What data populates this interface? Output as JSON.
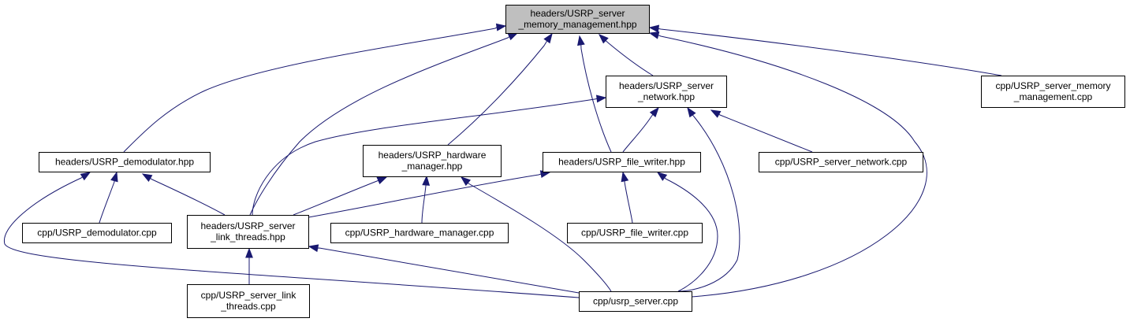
{
  "colors": {
    "edge": "#191970",
    "root_fill": "#bfbfbf",
    "node_fill": "#ffffff",
    "border": "#000000"
  },
  "nodes": [
    {
      "id": "memory_hpp",
      "root": true,
      "lines": [
        "headers/USRP_server",
        "_memory_management.hpp"
      ]
    },
    {
      "id": "network_hpp",
      "lines": [
        "headers/USRP_server",
        "_network.hpp"
      ]
    },
    {
      "id": "memory_cpp",
      "lines": [
        "cpp/USRP_server_memory",
        "_management.cpp"
      ]
    },
    {
      "id": "demodulator_hpp",
      "lines": [
        "headers/USRP_demodulator.hpp"
      ]
    },
    {
      "id": "hardware_hpp",
      "lines": [
        "headers/USRP_hardware",
        "_manager.hpp"
      ]
    },
    {
      "id": "file_writer_hpp",
      "lines": [
        "headers/USRP_file_writer.hpp"
      ]
    },
    {
      "id": "network_cpp",
      "lines": [
        "cpp/USRP_server_network.cpp"
      ]
    },
    {
      "id": "demodulator_cpp",
      "lines": [
        "cpp/USRP_demodulator.cpp"
      ]
    },
    {
      "id": "link_threads_hpp",
      "lines": [
        "headers/USRP_server",
        "_link_threads.hpp"
      ]
    },
    {
      "id": "hardware_cpp",
      "lines": [
        "cpp/USRP_hardware_manager.cpp"
      ]
    },
    {
      "id": "file_writer_cpp",
      "lines": [
        "cpp/USRP_file_writer.cpp"
      ]
    },
    {
      "id": "link_threads_cpp",
      "lines": [
        "cpp/USRP_server_link",
        "_threads.cpp"
      ]
    },
    {
      "id": "usrp_server_cpp",
      "lines": [
        "cpp/usrp_server.cpp"
      ]
    }
  ],
  "edges": [
    {
      "from": "demodulator_hpp",
      "to": "memory_hpp"
    },
    {
      "from": "link_threads_hpp",
      "to": "memory_hpp"
    },
    {
      "from": "hardware_hpp",
      "to": "memory_hpp"
    },
    {
      "from": "file_writer_hpp",
      "to": "memory_hpp"
    },
    {
      "from": "network_hpp",
      "to": "memory_hpp"
    },
    {
      "from": "usrp_server_cpp",
      "to": "memory_hpp"
    },
    {
      "from": "memory_cpp",
      "to": "memory_hpp"
    },
    {
      "from": "link_threads_hpp",
      "to": "network_hpp"
    },
    {
      "from": "file_writer_hpp",
      "to": "network_hpp"
    },
    {
      "from": "network_cpp",
      "to": "network_hpp"
    },
    {
      "from": "usrp_server_cpp",
      "to": "network_hpp"
    },
    {
      "from": "demodulator_cpp",
      "to": "demodulator_hpp"
    },
    {
      "from": "link_threads_hpp",
      "to": "demodulator_hpp"
    },
    {
      "from": "usrp_server_cpp",
      "to": "demodulator_hpp"
    },
    {
      "from": "link_threads_hpp",
      "to": "hardware_hpp"
    },
    {
      "from": "hardware_cpp",
      "to": "hardware_hpp"
    },
    {
      "from": "usrp_server_cpp",
      "to": "hardware_hpp"
    },
    {
      "from": "link_threads_hpp",
      "to": "file_writer_hpp"
    },
    {
      "from": "file_writer_cpp",
      "to": "file_writer_hpp"
    },
    {
      "from": "usrp_server_cpp",
      "to": "file_writer_hpp"
    },
    {
      "from": "link_threads_cpp",
      "to": "link_threads_hpp"
    },
    {
      "from": "usrp_server_cpp",
      "to": "link_threads_hpp"
    }
  ]
}
